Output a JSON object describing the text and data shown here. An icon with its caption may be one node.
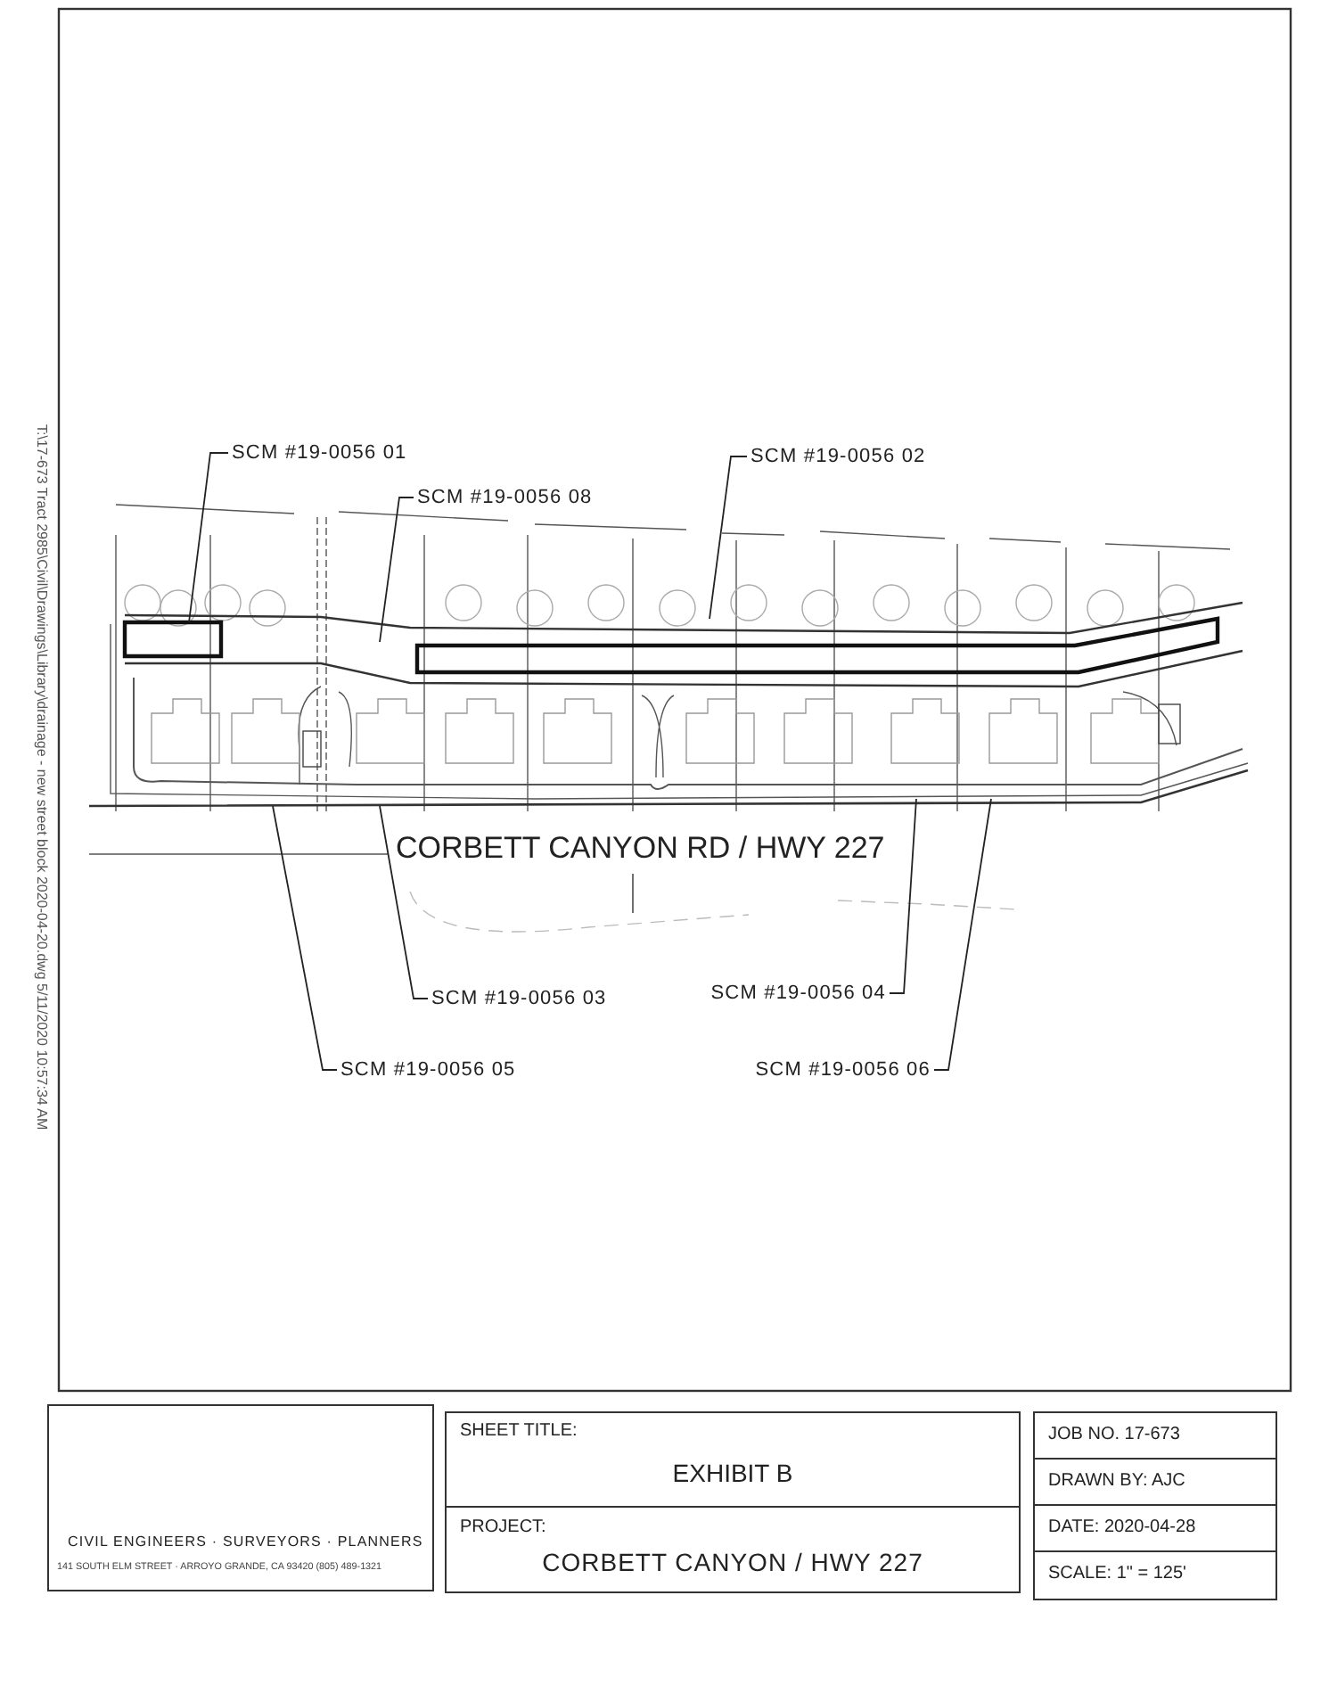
{
  "diagram": {
    "nodes": [
      {
        "text": [
          "SCM #19-0056 01"
        ]
      },
      {
        "text": [
          "SCM #19-0056 08"
        ]
      },
      {
        "text": [
          "SCM #19-0056 02"
        ]
      },
      {
        "text": [
          "SCM #19-0056 03"
        ]
      },
      {
        "text": [
          "SCM #19-0056 04"
        ]
      },
      {
        "text": [
          "SCM #19-0056 05"
        ]
      },
      {
        "text": [
          "SCM #19-0056 06"
        ]
      },
      {
        "text": [],
        "shape": "box"
      },
      {
        "text": [],
        "shape": "box"
      }
    ],
    "edges": [
      {
        "from": 0,
        "to": 7,
        "arrow": "none"
      },
      {
        "from": 1,
        "to": null,
        "arrow": "none"
      },
      {
        "from": 2,
        "to": 8,
        "arrow": "none"
      },
      {
        "from": 3,
        "to": null,
        "arrow": "none"
      },
      {
        "from": 4,
        "to": null,
        "arrow": "none"
      },
      {
        "from": 5,
        "to": null,
        "arrow": "none"
      },
      {
        "from": 6,
        "to": null,
        "arrow": "none"
      }
    ],
    "labels": [
      "T:\\17-673 Tract 2985\\Civil\\Drawings\\Library\\drainage - new street block 2020-04-20.dwg 5/11/2020 10:57:34 AM",
      "CORBETT CANYON RD / HWY 227",
      "CIVIL ENGINEERS · SURVEYORS · PLANNERS",
      "141 SOUTH ELM STREET · ARROYO GRANDE, CA 93420 (805) 489-1321",
      "SHEET TITLE:",
      "EXHIBIT B",
      "PROJECT:",
      "CORBETT CANYON / HWY 227",
      "JOB NO. 17-673",
      "DRAWN BY: AJC",
      "DATE: 2020-04-28",
      "SCALE: 1\" = 125'"
    ]
  }
}
